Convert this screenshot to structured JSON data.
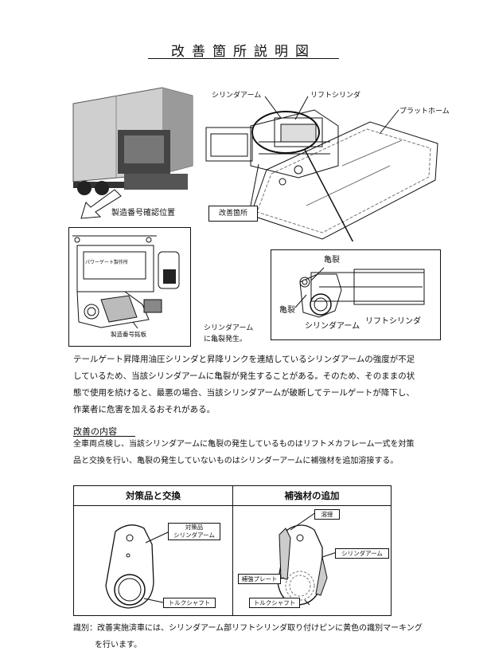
{
  "title": "改善箇所説明図",
  "labels": {
    "cylinder_arm": "シリンダアーム",
    "lift_cylinder": "リフトシリンダ",
    "platform": "プラットホーム",
    "serial_check": "製造番号確認位置",
    "improvement_spot": "改善箇所",
    "crack_top": "亀裂",
    "crack_side": "亀裂",
    "detail_cylinder_arm": "シリンダアーム",
    "detail_lift_cylinder": "リフトシリンダ",
    "crack_note_1": "シリンダアーム",
    "crack_note_2": "に亀裂発生。",
    "serial_plate": "製造番号銘板",
    "plate_text": "パワーゲート製作所"
  },
  "body": {
    "line1": "テールゲート昇降用油圧シリンダと昇降リンクを連結しているシリンダアームの強度が不足",
    "line2": "しているため、当該シリンダアームに亀裂が発生することがある。そのため、そのままの状",
    "line3": "態で使用を続けると、最悪の場合、当該シリンダアームが破断してテールゲートが降下し、",
    "line4": "作業者に危害を加えるおそれがある。"
  },
  "improvement": {
    "heading": "改善の内容",
    "line1": "全車両点検し、当該シリンダアームに亀裂の発生しているものはリフトメカフレーム一式を対策",
    "line2": "品と交換を行い、亀裂の発生していないものはシリンダーアームに補強材を追加溶接する。"
  },
  "table": {
    "left_head": "対策品と交換",
    "right_head": "補強材の追加",
    "left_label1a": "対策品",
    "left_label1b": "シリンダアーム",
    "left_label2": "トルクシャフト",
    "right_weld": "溶接",
    "right_arm": "シリンダアーム",
    "right_plate": "補強プレート",
    "right_shaft": "トルクシャフト"
  },
  "note": {
    "prefix": "識別：",
    "line1": "改善実施済車には、シリンダアーム部リフトシリンダ取り付けピンに黄色の識別マーキング",
    "line2": "を行います。"
  }
}
